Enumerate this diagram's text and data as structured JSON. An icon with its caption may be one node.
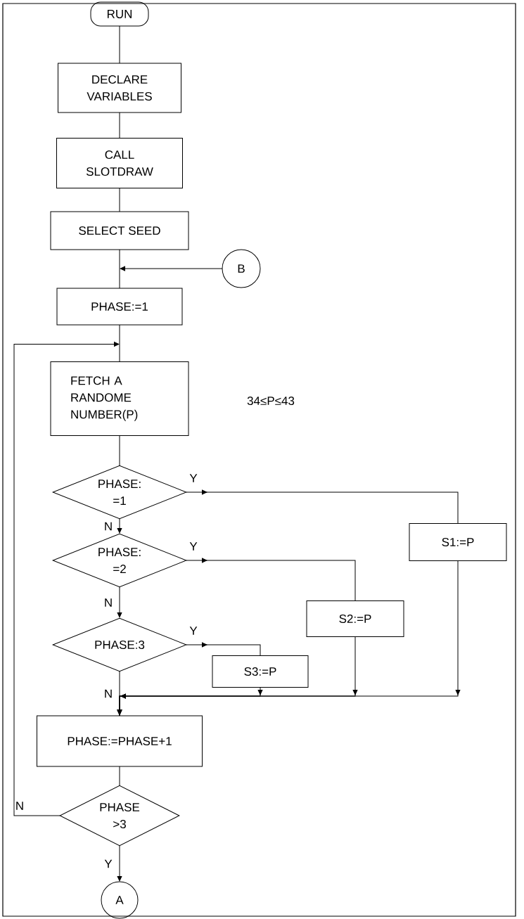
{
  "diagram": {
    "nodes": [
      {
        "text": [
          "RUN"
        ]
      },
      {
        "text": [
          "DECLARE VARIABLES"
        ]
      },
      {
        "text": [
          "CALL SLOTDRAW"
        ]
      },
      {
        "text": [
          "SELECT SEED"
        ]
      },
      {
        "text": [
          "B"
        ]
      },
      {
        "text": [
          "PHASE:=1"
        ]
      },
      {
        "text": [
          "FETCH A RANDOME NUMBER(P)"
        ]
      },
      {
        "text": [
          "PHASE: =1"
        ]
      },
      {
        "text": [
          "PHASE: =2"
        ]
      },
      {
        "text": [
          "PHASE:3"
        ]
      },
      {
        "text": [
          "S3:=P"
        ]
      },
      {
        "text": [
          "S2:=P"
        ]
      },
      {
        "text": [
          "S1:=P"
        ]
      },
      {
        "text": [
          "PHASE:=PHASE+1"
        ]
      },
      {
        "text": [
          "PHASE >3"
        ]
      },
      {
        "text": [
          "A"
        ]
      }
    ],
    "edges": [
      {
        "from": 0,
        "to": 1,
        "arrow": "none"
      },
      {
        "from": 1,
        "to": 2,
        "arrow": "none"
      },
      {
        "from": 2,
        "to": 3,
        "arrow": "none"
      },
      {
        "from": 3,
        "to": 5,
        "arrow": "none"
      },
      {
        "from": 4,
        "to": 5,
        "arrow": "to"
      },
      {
        "from": 5,
        "to": 6,
        "arrow": "none"
      },
      {
        "from": 14,
        "to": 6,
        "arrow": "to",
        "label": "N"
      },
      {
        "from": 6,
        "to": 7,
        "arrow": "none"
      },
      {
        "from": 7,
        "to": 12,
        "arrow": "to",
        "label": "Y"
      },
      {
        "from": 7,
        "to": 8,
        "arrow": "to",
        "label": "N"
      },
      {
        "from": 8,
        "to": 11,
        "arrow": "to",
        "label": "Y"
      },
      {
        "from": 8,
        "to": 9,
        "arrow": "to",
        "label": "N"
      },
      {
        "from": 9,
        "to": 10,
        "arrow": "to",
        "label": "Y"
      },
      {
        "from": 9,
        "to": 13,
        "arrow": "to",
        "label": "N"
      },
      {
        "from": 10,
        "to": 13,
        "arrow": "to"
      },
      {
        "from": 11,
        "to": 13,
        "arrow": "to"
      },
      {
        "from": 12,
        "to": 13,
        "arrow": "to"
      },
      {
        "from": 13,
        "to": 14,
        "arrow": "none"
      },
      {
        "from": 14,
        "to": 15,
        "arrow": "to",
        "label": "Y"
      }
    ],
    "labels": [
      "34≤P≤43"
    ]
  }
}
